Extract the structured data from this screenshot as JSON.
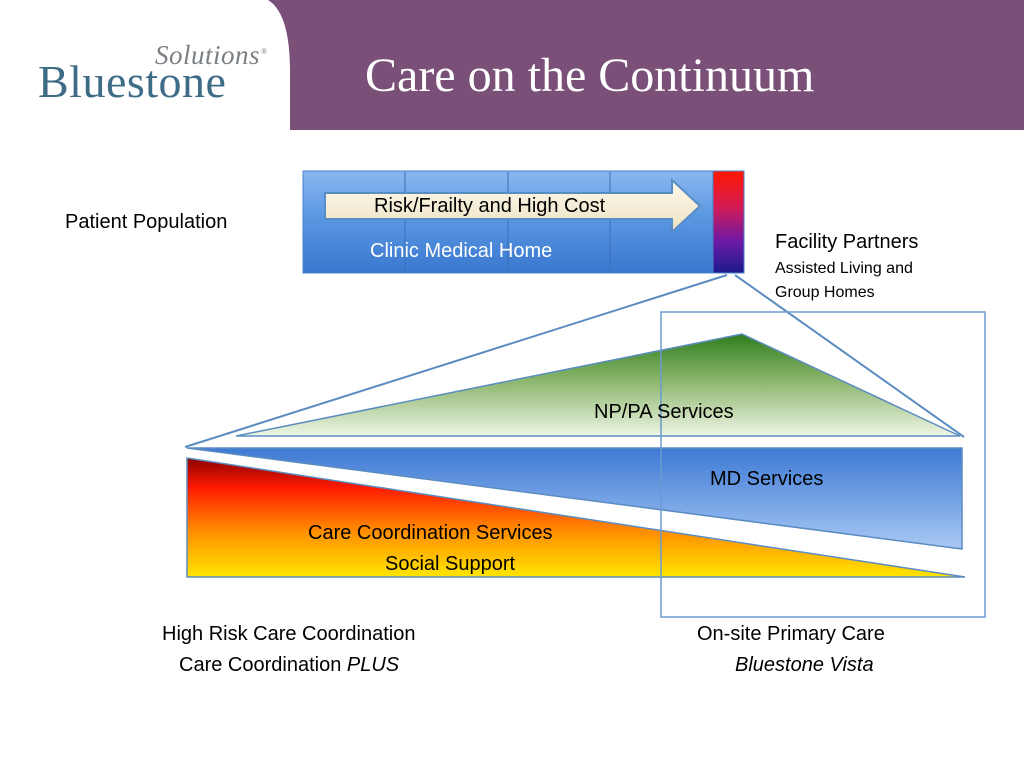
{
  "header": {
    "logo_small": "Solutions",
    "logo_mark": "®",
    "logo_main": "Bluestone",
    "title": "Care on the Continuum"
  },
  "diagram": {
    "patient_population": "Patient Population",
    "risk_arrow": "Risk/Frailty and High Cost",
    "clinic_home": "Clinic Medical Home",
    "facility_partners": "Facility Partners",
    "facility_sub1": "Assisted Living and",
    "facility_sub2": "Group Homes",
    "np_pa": "NP/PA Services",
    "md": "MD Services",
    "care_coord": "Care Coordination Services",
    "social_support": "Social Support",
    "left_caption_1": "High Risk Care Coordination",
    "left_caption_2_plain": "Care Coordination ",
    "left_caption_2_italic": "PLUS",
    "right_caption_1": "On-site Primary Care",
    "right_caption_2_italic": "Bluestone Vista"
  },
  "colors": {
    "header_purple": "#7a5079",
    "logo_blue": "#3e6b86",
    "blue_box": "#4a86d6",
    "green_peak": "#2f7d1e",
    "warm_red": "#8b0000",
    "warm_yellow": "#ffe300",
    "outline_blue": "#5b8cc0"
  }
}
